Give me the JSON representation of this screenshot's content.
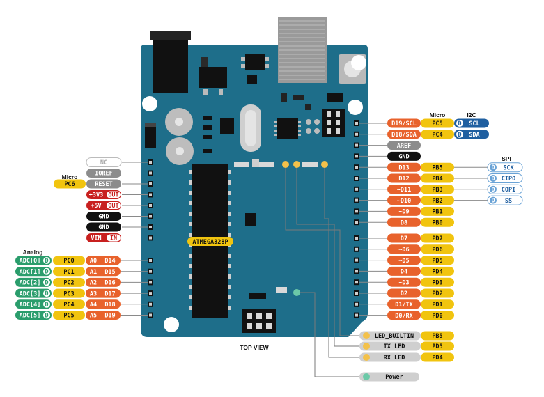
{
  "title": "TOP VIEW",
  "chip_label": "ATMEGA328P",
  "colors": {
    "board": "#1e6e8a",
    "board_dark": "#16586e",
    "power": "#c8201f",
    "ground": "#111111",
    "arduino": "#e8622c",
    "port": "#f1c40f",
    "analog": "#2a9d6c",
    "comm": "#1f5fa0",
    "grey": "#8c8c8c",
    "nc": "#c8c8c8",
    "led": "#cfcfcf"
  },
  "headers": {
    "micro_top": "Micro",
    "i2c": "I2C",
    "spi": "SPI",
    "micro_left": "Micro",
    "analog": "Analog"
  },
  "left_power": [
    {
      "label": "NC",
      "type": "nc"
    },
    {
      "label": "IOREF",
      "type": "grey"
    },
    {
      "label": "RESET",
      "type": "grey",
      "micro": "PC6"
    },
    {
      "label": "+3V3",
      "type": "power",
      "badge": "OUT"
    },
    {
      "label": "+5V",
      "type": "power",
      "badge": "OUT"
    },
    {
      "label": "GND",
      "type": "ground"
    },
    {
      "label": "GND",
      "type": "ground"
    },
    {
      "label": "VIN",
      "type": "power",
      "badge": "IN"
    }
  ],
  "left_analog": [
    {
      "adc": "ADC[0]",
      "port": "PC0",
      "a": "A0",
      "d": "D14"
    },
    {
      "adc": "ADC[1]",
      "port": "PC1",
      "a": "A1",
      "d": "D15"
    },
    {
      "adc": "ADC[2]",
      "port": "PC2",
      "a": "A2",
      "d": "D16"
    },
    {
      "adc": "ADC[3]",
      "port": "PC3",
      "a": "A3",
      "d": "D17"
    },
    {
      "adc": "ADC[4]",
      "port": "PC4",
      "a": "A4",
      "d": "D18"
    },
    {
      "adc": "ADC[5]",
      "port": "PC5",
      "a": "A5",
      "d": "D19"
    }
  ],
  "right_top": [
    {
      "label": "D19/SCL",
      "port": "PC5",
      "comm": "SCL",
      "type": "arduino"
    },
    {
      "label": "D18/SDA",
      "port": "PC4",
      "comm": "SDA",
      "type": "arduino"
    },
    {
      "label": "AREF",
      "type": "grey"
    },
    {
      "label": "GND",
      "type": "ground"
    },
    {
      "label": "D13",
      "port": "PB5",
      "spi": "SCK",
      "type": "arduino"
    },
    {
      "label": "D12",
      "port": "PB4",
      "spi": "CIPO",
      "type": "arduino"
    },
    {
      "label": "~D11",
      "port": "PB3",
      "spi": "COPI",
      "type": "arduino"
    },
    {
      "label": "~D10",
      "port": "PB2",
      "spi": "SS",
      "type": "arduino"
    },
    {
      "label": "~D9",
      "port": "PB1",
      "type": "arduino"
    },
    {
      "label": "D8",
      "port": "PB0",
      "type": "arduino"
    }
  ],
  "right_bottom": [
    {
      "label": "D7",
      "port": "PD7"
    },
    {
      "label": "~D6",
      "port": "PD6"
    },
    {
      "label": "~D5",
      "port": "PD5"
    },
    {
      "label": "D4",
      "port": "PD4"
    },
    {
      "label": "~D3",
      "port": "PD3"
    },
    {
      "label": "D2",
      "port": "PD2"
    },
    {
      "label": "D1/TX",
      "port": "PD1"
    },
    {
      "label": "D0/RX",
      "port": "PD0"
    }
  ],
  "leds": [
    {
      "label": "LED_BUILTIN",
      "port": "PB5"
    },
    {
      "label": "TX LED",
      "port": "PD5"
    },
    {
      "label": "RX LED",
      "port": "PD4"
    },
    {
      "label": "Power"
    }
  ],
  "icons": {
    "digital": "D",
    "led": "led-icon"
  }
}
